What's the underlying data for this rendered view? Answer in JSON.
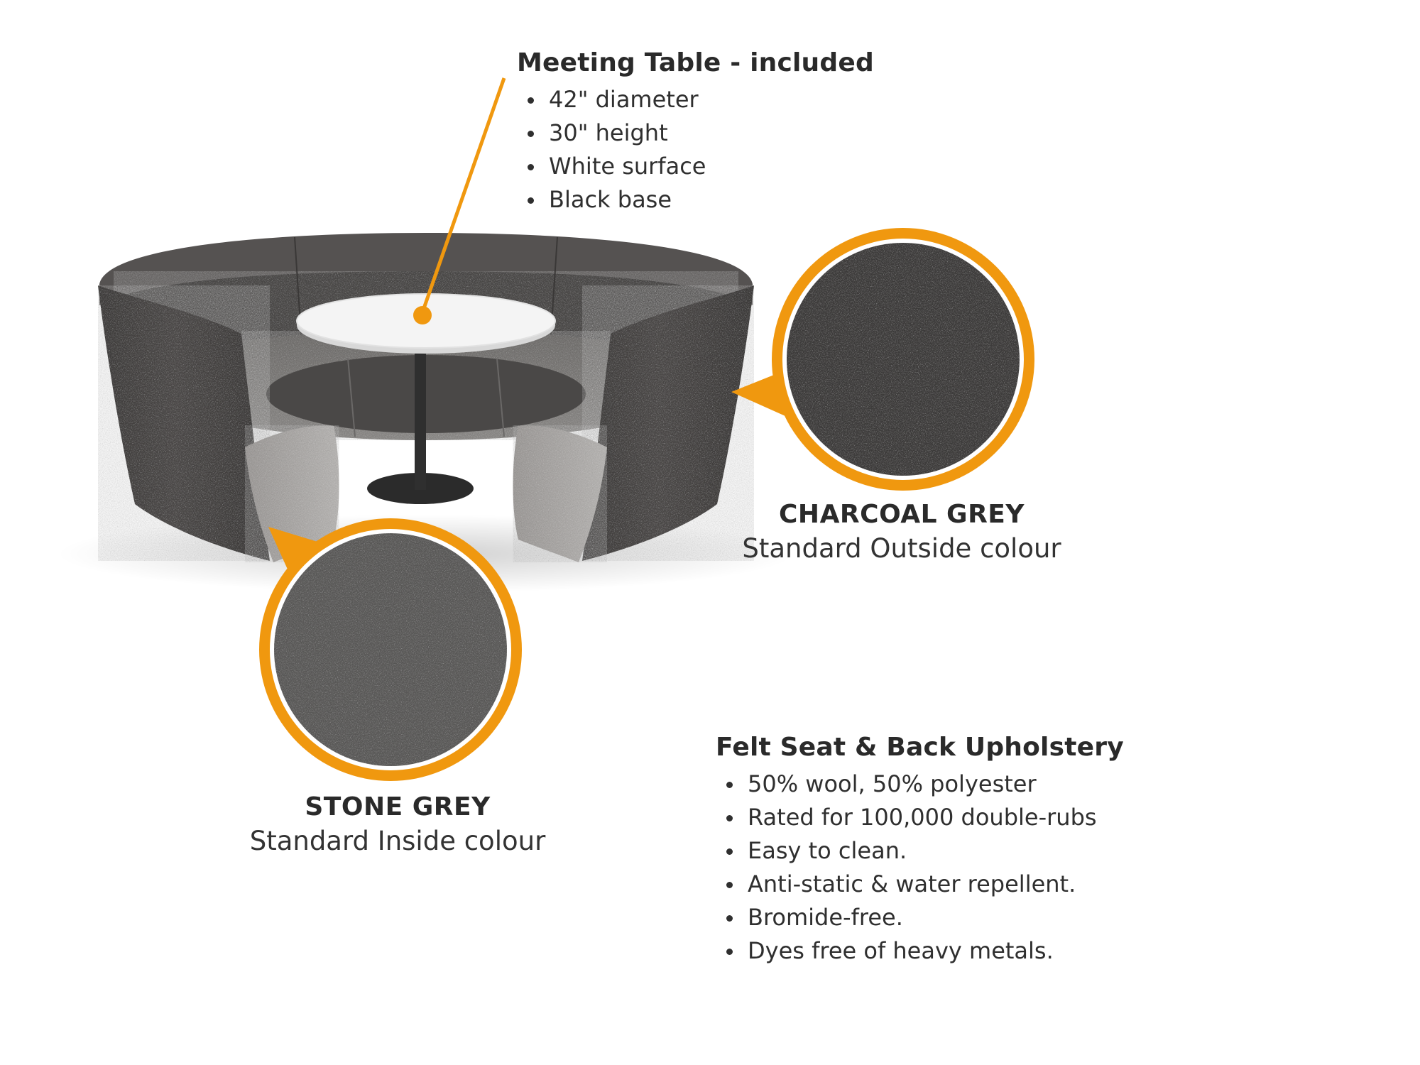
{
  "table_callout": {
    "heading": "Meeting Table - included",
    "bullets": [
      "42\" diameter",
      "30\" height",
      "White surface",
      "Black base"
    ]
  },
  "swatches": {
    "charcoal": {
      "name": "CHARCOAL GREY",
      "description": "Standard Outside colour",
      "color": "#3e3c3b"
    },
    "stone": {
      "name": "STONE GREY",
      "description": "Standard Inside colour",
      "color": "#5b5a59"
    }
  },
  "upholstery": {
    "heading": "Felt Seat & Back Upholstery",
    "bullets": [
      "50% wool, 50% polyester",
      "Rated for 100,000 double-rubs",
      "Easy to clean.",
      "Anti-static &  water repellent.",
      "Bromide-free.",
      "Dyes free of heavy metals."
    ]
  },
  "colors": {
    "accent": "#f0980f",
    "sofa_outer": "#4a4746",
    "sofa_inner": "#8d8b89",
    "table_top": "#f4f4f4",
    "table_base": "#2b2b2b"
  }
}
